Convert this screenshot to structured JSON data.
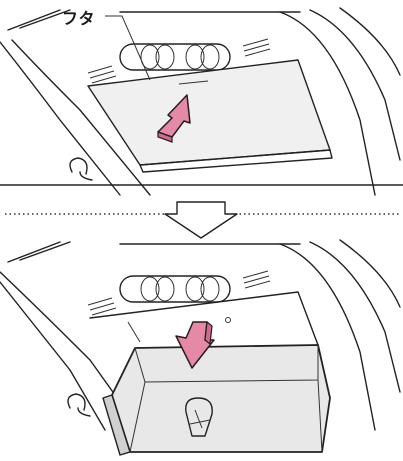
{
  "panels": [
    {
      "id": "step-1-closed",
      "callout_label": "フタ"
    },
    {
      "id": "step-2-open"
    }
  ],
  "arrows": {
    "push_color": "#e58aa6",
    "push_stroke": "#2a1a20"
  },
  "colors": {
    "line": "#222222",
    "lid_fill": "#eeeeee",
    "bin_fill": "#e8e8e8",
    "separator": "#333333"
  }
}
